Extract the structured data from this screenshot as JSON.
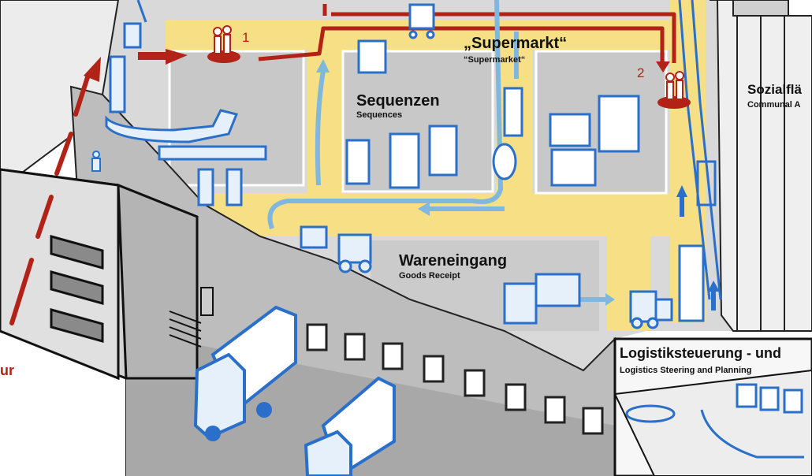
{
  "labels": {
    "supermarkt_de": "„Supermarkt“",
    "supermarkt_en": "“Supermarket“",
    "sequenzen_de": "Sequenzen",
    "sequenzen_en": "Sequences",
    "wareneingang_de": "Wareneingang",
    "wareneingang_en": "Goods Receipt",
    "sozial_de": "Sozialflä",
    "sozial_en": "Communal A",
    "logistik_de": "Logistiksteuerung - und",
    "logistik_en": "Logistics Steering and Planning",
    "step1": "1",
    "step2": "2",
    "edge_fragment": "ur"
  },
  "colors": {
    "route_red": "#b22217",
    "flow_yellow": "#f6df84",
    "sketch_blue": "#2a6fc9",
    "light_blue_arrow": "#7fb7de",
    "floor_grey": "#d9d9d9",
    "wall_grey": "#bdbdbd"
  }
}
